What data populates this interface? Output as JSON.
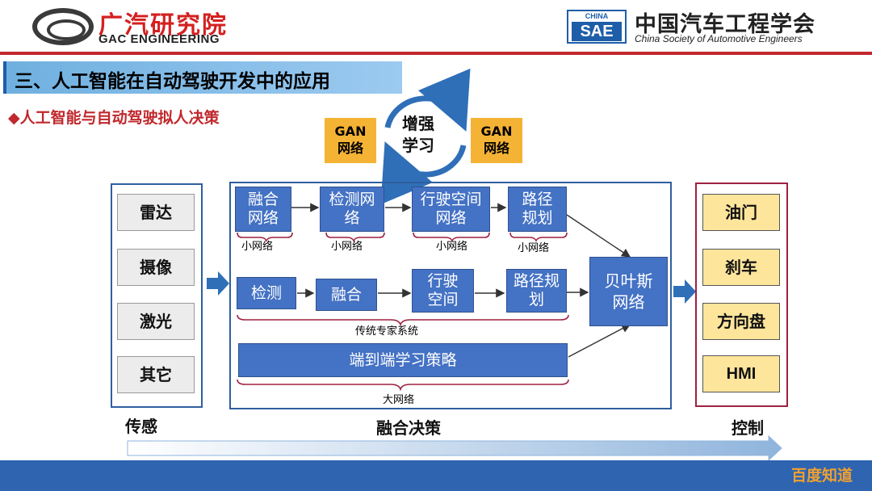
{
  "header": {
    "gac_name_cn": "广汽研究院",
    "gac_name_en": "GAC ENGINEERING",
    "sae_badge_top": "CHINA",
    "sae_badge_bottom": "SAE",
    "society_cn": "中国汽车工程学会",
    "society_en": "China Society of Automotive Engineers"
  },
  "slide": {
    "section_title": "三、人工智能在自动驾驶开发中的应用",
    "subtitle": "人工智能与自动驾驶拟人决策",
    "subtitle_bullet": "◆"
  },
  "gan": {
    "left_label_1": "GAN",
    "left_label_2": "网络",
    "right_label_1": "GAN",
    "right_label_2": "网络",
    "cycle_label_1": "增强",
    "cycle_label_2": "学习"
  },
  "perception": {
    "items": [
      "雷达",
      "摄像",
      "激光",
      "其它"
    ],
    "caption": "传感"
  },
  "fusion": {
    "row1": [
      {
        "l1": "融合",
        "l2": "网络"
      },
      {
        "l1": "检测网",
        "l2": "络"
      },
      {
        "l1": "行驶空间",
        "l2": "网络"
      },
      {
        "l1": "路径",
        "l2": "规划"
      }
    ],
    "row1_sub": "小网络",
    "row2": [
      {
        "l1": "检测",
        "l2": ""
      },
      {
        "l1": "融合",
        "l2": ""
      },
      {
        "l1": "行驶",
        "l2": "空间"
      },
      {
        "l1": "路径规",
        "l2": "划"
      }
    ],
    "row2_caption": "传统专家系统",
    "row3": "端到端学习策略",
    "row3_caption": "大网络",
    "bayes_l1": "贝叶斯",
    "bayes_l2": "网络",
    "caption": "融合决策"
  },
  "control": {
    "items": [
      "油门",
      "刹车",
      "方向盘",
      "HMI"
    ],
    "caption": "控制"
  },
  "watermark": "百度知道",
  "colors": {
    "accent_red": "#c0282d",
    "node_blue": "#4472c4",
    "frame_blue": "#2f5f9e",
    "frame_red": "#9e2140",
    "gan_orange": "#f5b335",
    "control_yellow": "#fde59b",
    "band_blue": "#2e64b0"
  }
}
